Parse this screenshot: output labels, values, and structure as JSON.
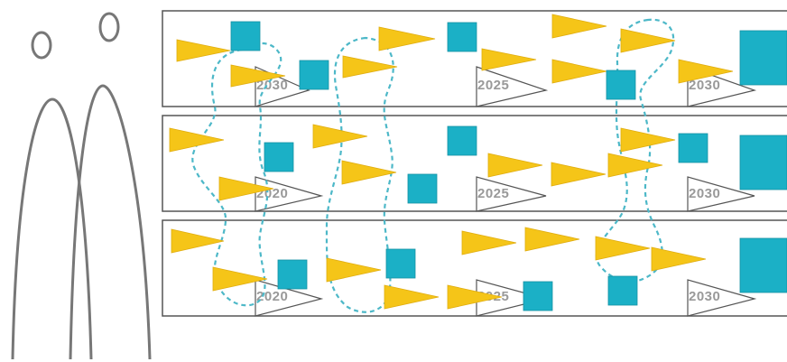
{
  "colors": {
    "background": "#ffffff",
    "lane_border": "#555555",
    "figure_stroke": "#777777",
    "triangle_fill": "#f5c518",
    "square_fill": "#1bb0c6",
    "dashed_path": "#4db8c8",
    "year_text": "#999999"
  },
  "icons": {
    "figures": "two-people-outline-icon",
    "triangle": "yellow-pennant-triangle-icon",
    "square": "teal-square-icon",
    "year_marker": "white-flag-marker-icon"
  },
  "lanes": [
    {
      "id": "lane-1",
      "year_markers": [
        "2030",
        "2025",
        "2030"
      ]
    },
    {
      "id": "lane-2",
      "year_markers": [
        "2020",
        "2025",
        "2030"
      ]
    },
    {
      "id": "lane-3",
      "year_markers": [
        "2020",
        "2025",
        "2030"
      ]
    }
  ]
}
